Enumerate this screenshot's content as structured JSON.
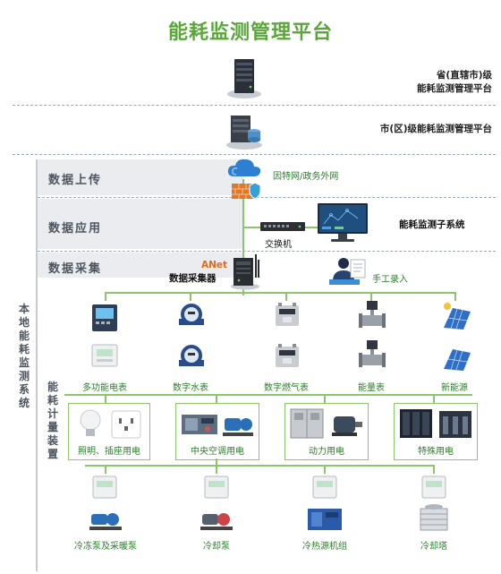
{
  "title": "能耗监测管理平台",
  "levels": {
    "province_line1": "省(直辖市)级",
    "province_line2": "能耗监测管理平台",
    "city": "市(区)级能耗监测管理平台"
  },
  "zones": {
    "upload": "数据上传",
    "application": "数据应用",
    "collection": "数据采集"
  },
  "vertical_labels": {
    "local_system": "本地能耗监测系统",
    "metering": "能耗计量装置"
  },
  "network_label": "因特网/政务外网",
  "switch_label": "交换机",
  "subsystem_label": "能耗监测子系统",
  "anet": {
    "brand": "ANet",
    "name": "数据采集器"
  },
  "manual_label": "手工录入",
  "meters": [
    "多功能电表",
    "数字水表",
    "数字燃气表",
    "能量表",
    "新能源"
  ],
  "categories": [
    "照明、插座用电",
    "中央空调用电",
    "动力用电",
    "特殊用电"
  ],
  "hvac": [
    "冷冻泵及采暖泵",
    "冷却泵",
    "冷热源机组",
    "冷却塔"
  ],
  "colors": {
    "brand_green": "#5aa63a",
    "line_green": "#8cc56b",
    "zone_gray": "#eaecef",
    "anet_orange": "#e06a1b"
  }
}
